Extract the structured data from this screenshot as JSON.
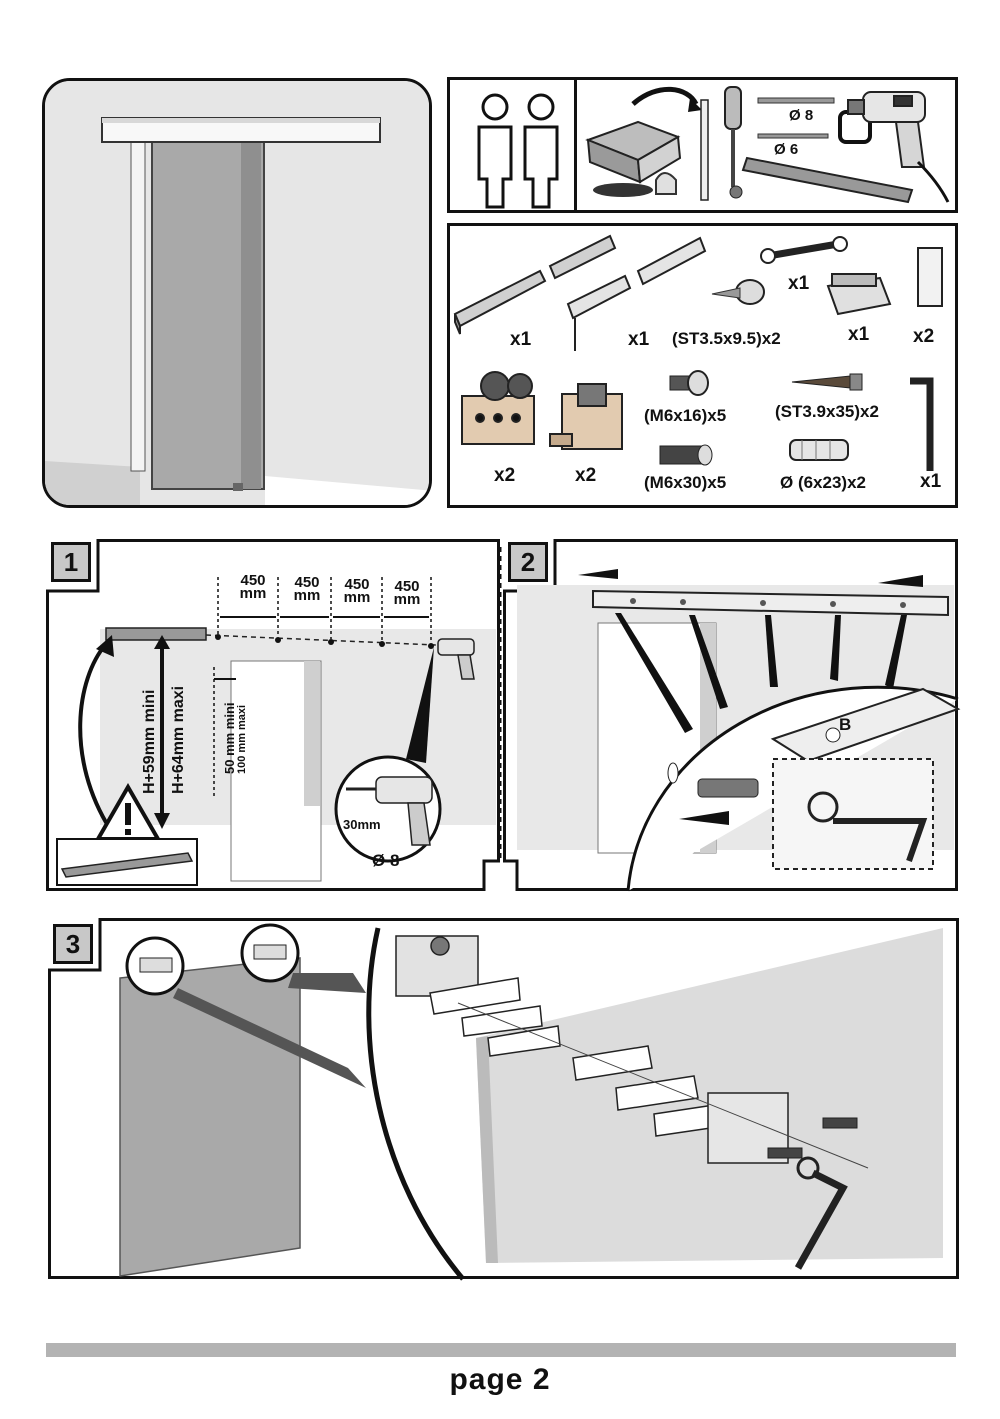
{
  "hardware": {
    "top_row": [
      "x1",
      "x1",
      "(ST3.5x9.5)x2",
      "x1",
      "x1",
      "x2"
    ],
    "mid_row": [
      "(M6x16)x5",
      "(ST3.9x35)x2"
    ],
    "bottom_row": [
      "x2",
      "x2",
      "(M6x30)x5",
      "Ø (6x23)x2",
      "x1"
    ]
  },
  "tools": {
    "drill_bit_8": "Ø 8",
    "drill_bit_6": "Ø 6"
  },
  "step1": {
    "number": "1",
    "spacings": [
      "450\nmm",
      "450\nmm",
      "450\nmm",
      "450\nmm"
    ],
    "height_min": "H+59mm mini",
    "height_max": "H+64mm maxi",
    "overlap_min": "50 mm mini",
    "overlap_max": "100 mm maxi",
    "drill_depth": "30mm",
    "drill_diameter": "Ø 8"
  },
  "step2": {
    "number": "2",
    "detail_label": "B"
  },
  "step3": {
    "number": "3"
  },
  "footer": {
    "page_label": "page 2"
  },
  "colors": {
    "wall_gray": "#e3e3e3",
    "door_gray": "#a9a9a9",
    "label_gray": "#c8c8c8"
  }
}
